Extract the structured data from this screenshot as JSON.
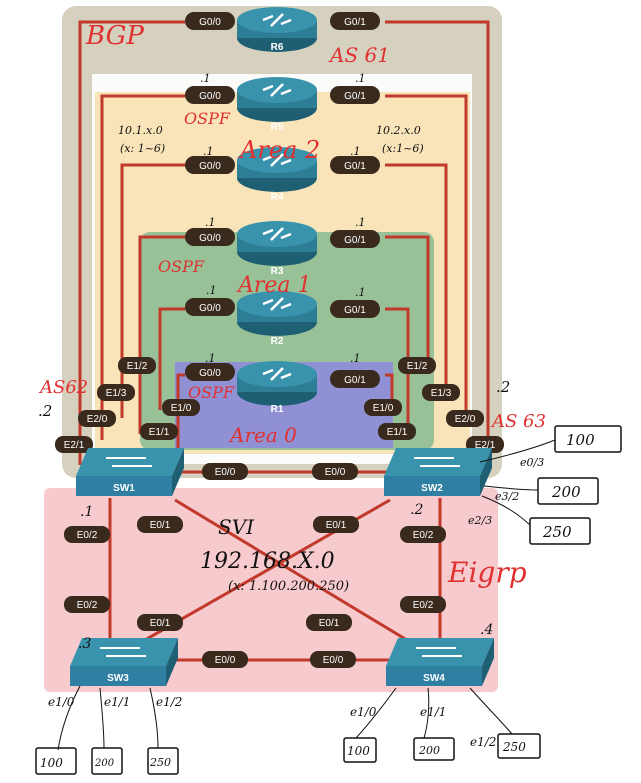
{
  "routers": [
    {
      "name": "R6",
      "left": "G0/0",
      "right": "G0/1",
      "left_ip": "",
      "right_ip": ""
    },
    {
      "name": "R5",
      "left": "G0/0",
      "right": "G0/1",
      "left_ip": ".1",
      "right_ip": ".1"
    },
    {
      "name": "R4",
      "left": "G0/0",
      "right": "G0/1",
      "left_ip": ".1",
      "right_ip": ".1"
    },
    {
      "name": "R3",
      "left": "G0/0",
      "right": "G0/1",
      "left_ip": ".1",
      "right_ip": ".1"
    },
    {
      "name": "R2",
      "left": "G0/0",
      "right": "G0/1",
      "left_ip": ".1",
      "right_ip": ".1"
    },
    {
      "name": "R1",
      "left": "G0/0",
      "right": "G0/1",
      "left_ip": ".1",
      "right_ip": ".1"
    }
  ],
  "sw1_ports": [
    "E1/2",
    "E1/3",
    "E2/0",
    "E2/1",
    "E1/0",
    "E1/1"
  ],
  "sw2_ports": [
    "E1/2",
    "E1/3",
    "E2/0",
    "E2/1",
    "E1/0",
    "E1/1"
  ],
  "switches": [
    "SW1",
    "SW2",
    "SW3",
    "SW4"
  ],
  "lower_ports": {
    "sw1_e00": "E0/0",
    "sw2_e00": "E0/0",
    "sw1_e01": "E0/1",
    "sw2_e01": "E0/1",
    "sw1_e02": "E0/2",
    "sw2_e02": "E0/2",
    "sw3_e02": "E0/2",
    "sw4_e02": "E0/2",
    "sw3_e01": "E0/1",
    "sw4_e01": "E0/1",
    "sw3_e00": "E0/0",
    "sw4_e00": "E0/0"
  },
  "annotations": {
    "bgp": "BGP",
    "as61": "AS 61",
    "as62": "AS62",
    "as63": "AS 63",
    "ospf_area2": "OSPF",
    "area2": "Area 2",
    "ospf_area1": "OSPF",
    "area1": "Area 1",
    "ospf_area0": "OSPF",
    "area0": "Area 0",
    "net_left": "10.1.x.0",
    "net_left_range": "(x: 1~6)",
    "net_right": "10.2.x.0",
    "net_right_range": "(x:1~6)",
    "sw1_ip": ".1",
    "sw2_ip": ".2",
    "sw3_ip": ".3",
    "sw4_ip": ".4",
    "as62_ip": ".2",
    "as63_ip": ".2",
    "svi": "SVI",
    "svi_net": "192.168.X.0",
    "svi_range": "(x: 1.100.200.250)",
    "eigrp": "Eigrp",
    "sw2_e03": "e0/3",
    "sw2_e32": "e3/2",
    "sw2_e23": "e2/3",
    "sw2_box1": "100",
    "sw2_box2": "200",
    "sw2_box3": "250",
    "sw3_e10": "e1/0",
    "sw3_e11": "e1/1",
    "sw3_e12": "e1/2",
    "sw3_box1": "100",
    "sw3_box2": "200",
    "sw3_box3": "250",
    "sw4_e10": "e1/0",
    "sw4_e11": "e1/1",
    "sw4_e12": "e1/2",
    "sw4_box1": "100",
    "sw4_box2": "200",
    "sw4_box3": "250"
  },
  "colors": {
    "router": "#2d7d95",
    "switch": "#2f7fa3",
    "cable": "#c0392b",
    "port_bg": "#3a2a1e",
    "annotation": "#e03030",
    "bgp_zone": "#c8c0a8",
    "ospf_area2": "#f8dfae",
    "ospf_area1": "#7fb890",
    "ospf_area0": "#8d7cf0",
    "eigrp_zone": "#f2a6ae"
  }
}
